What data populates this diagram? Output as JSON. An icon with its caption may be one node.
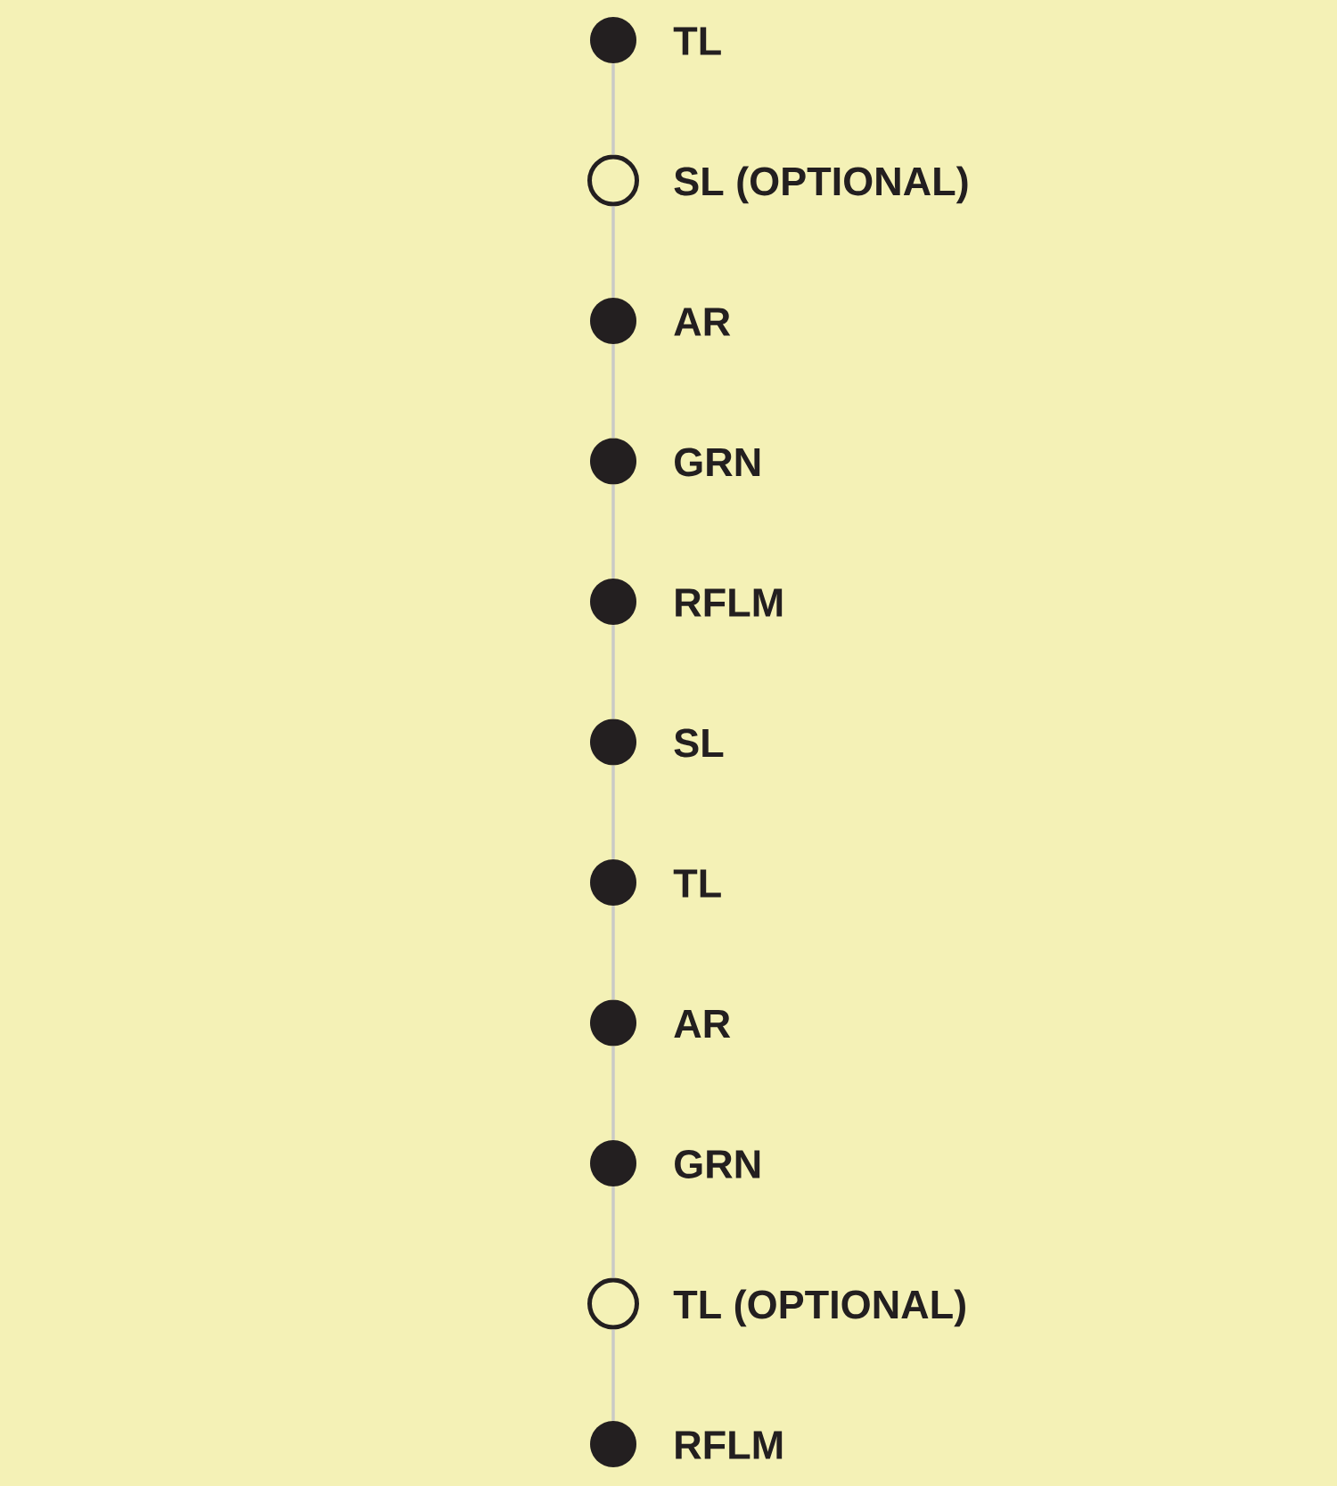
{
  "diagram": {
    "nodes": [
      {
        "text": [],
        "shape": "dot",
        "beside": [
          "TL"
        ]
      },
      {
        "text": [],
        "shape": "circle",
        "beside": [
          "SL (OPTIONAL)"
        ]
      },
      {
        "text": [],
        "shape": "dot",
        "beside": [
          "AR"
        ]
      },
      {
        "text": [],
        "shape": "dot",
        "beside": [
          "GRN"
        ]
      },
      {
        "text": [],
        "shape": "dot",
        "beside": [
          "RFLM"
        ]
      },
      {
        "text": [],
        "shape": "dot",
        "beside": [
          "SL"
        ]
      },
      {
        "text": [],
        "shape": "dot",
        "beside": [
          "TL"
        ]
      },
      {
        "text": [],
        "shape": "dot",
        "beside": [
          "AR"
        ]
      },
      {
        "text": [],
        "shape": "dot",
        "beside": [
          "GRN"
        ]
      },
      {
        "text": [],
        "shape": "circle",
        "beside": [
          "TL (OPTIONAL)"
        ]
      },
      {
        "text": [],
        "shape": "dot",
        "beside": [
          "RFLM"
        ]
      }
    ],
    "edges": [
      {
        "from": 0,
        "to": 1,
        "arrow": "none"
      },
      {
        "from": 1,
        "to": 2,
        "arrow": "none"
      },
      {
        "from": 2,
        "to": 3,
        "arrow": "none"
      },
      {
        "from": 3,
        "to": 4,
        "arrow": "none"
      },
      {
        "from": 4,
        "to": 5,
        "arrow": "none"
      },
      {
        "from": 5,
        "to": 6,
        "arrow": "none"
      },
      {
        "from": 6,
        "to": 7,
        "arrow": "none"
      },
      {
        "from": 7,
        "to": 8,
        "arrow": "none"
      },
      {
        "from": 8,
        "to": 9,
        "arrow": "none"
      },
      {
        "from": 9,
        "to": 10,
        "arrow": "none"
      }
    ]
  }
}
